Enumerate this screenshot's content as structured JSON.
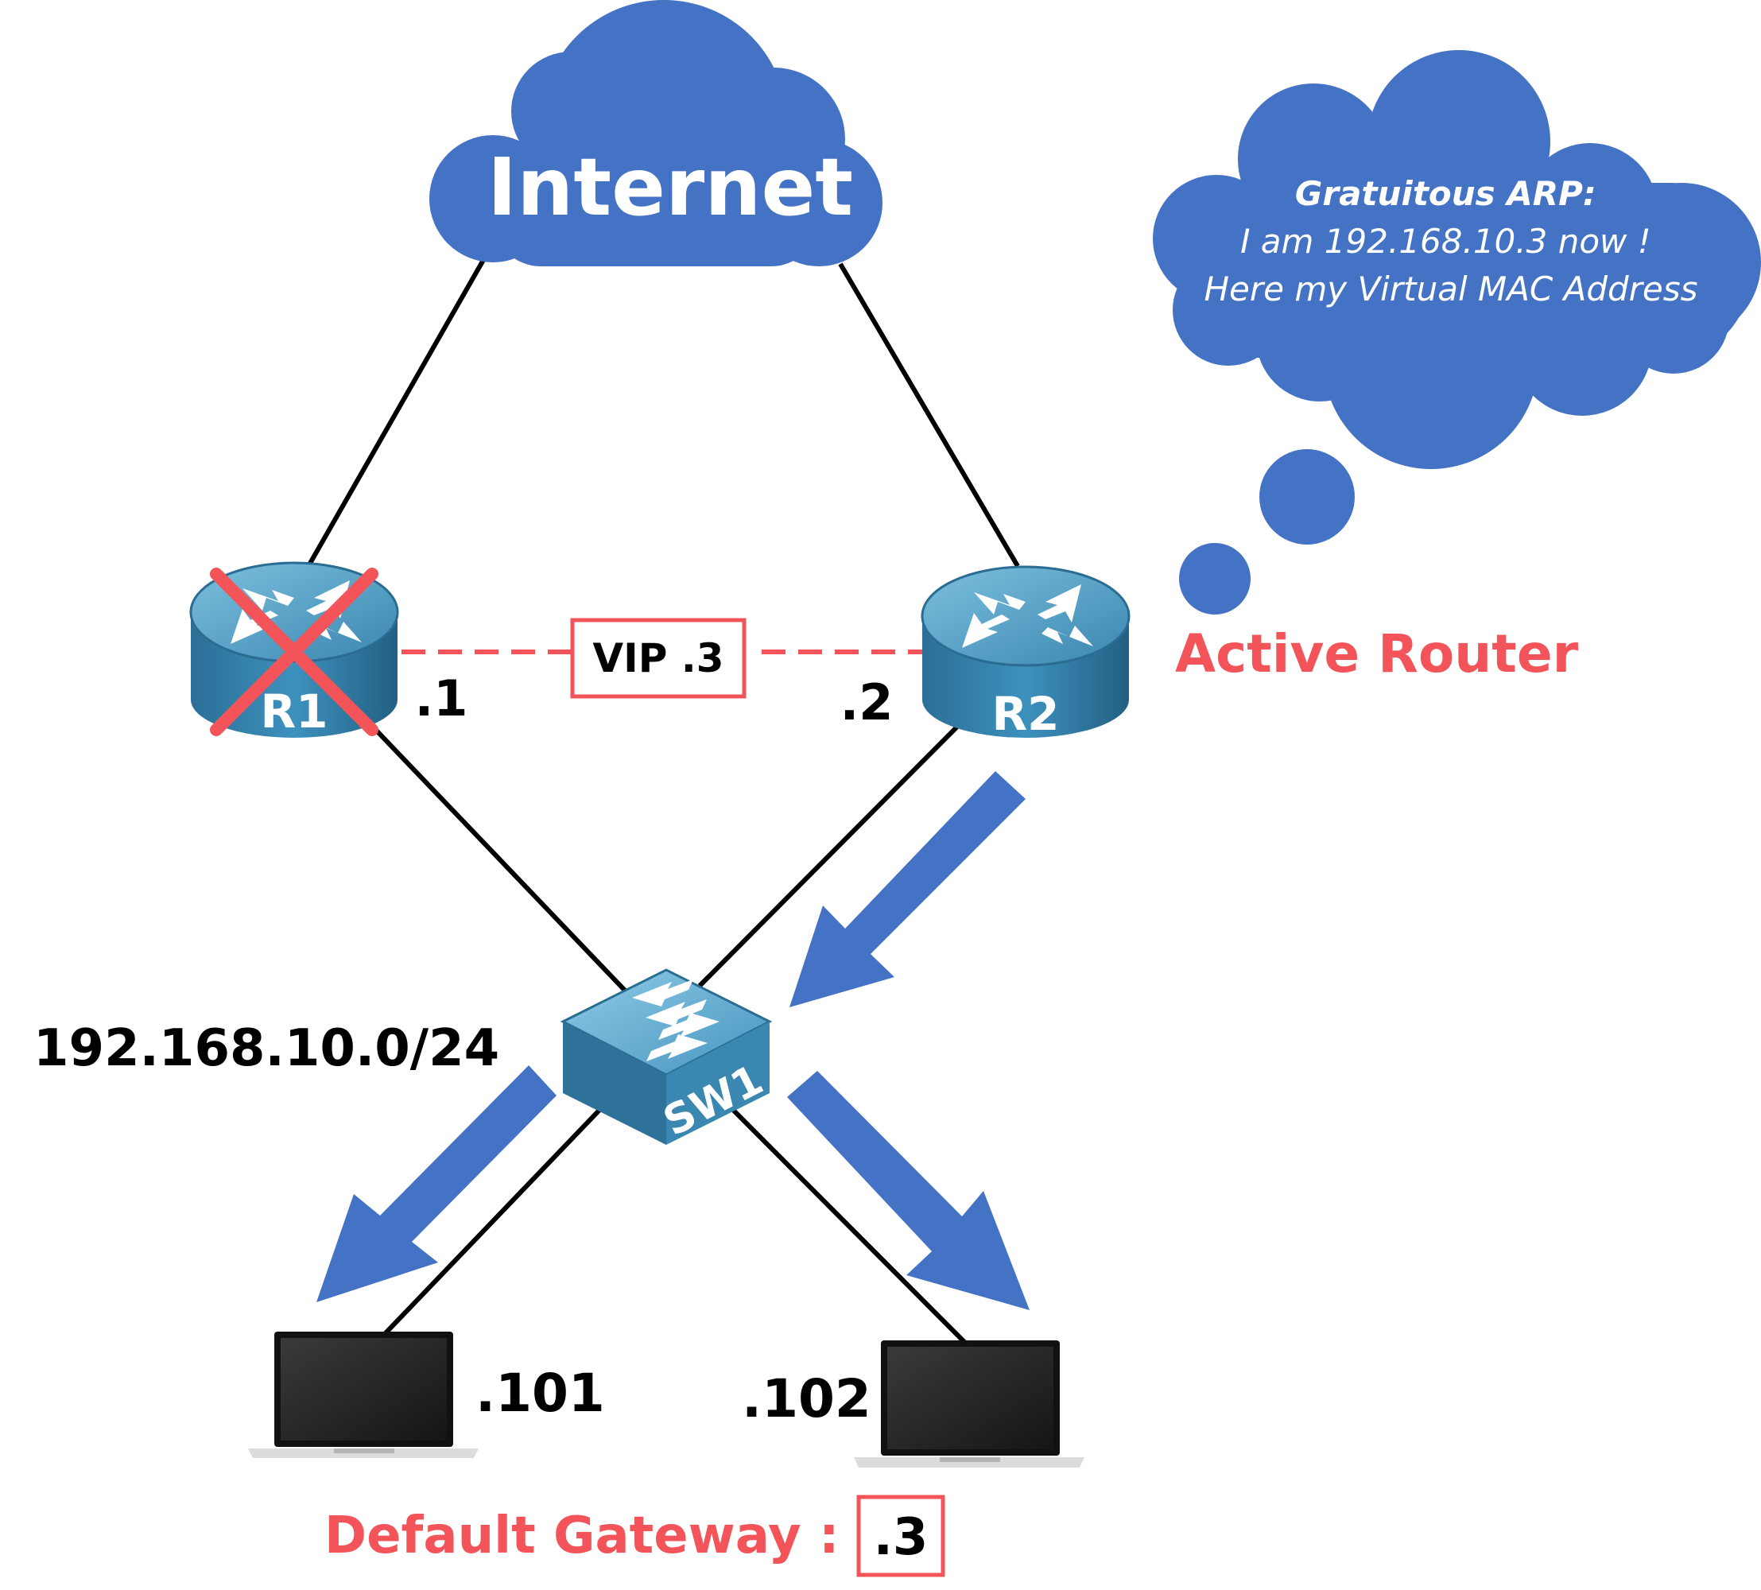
{
  "internet_label": "Internet",
  "thought": {
    "line1": "Gratuitous ARP:",
    "line2": "I am 192.168.10.3 now !",
    "line3": "Here my Virtual MAC Address"
  },
  "routers": {
    "r1": {
      "name": "R1",
      "ip": ".1",
      "failed": true
    },
    "r2": {
      "name": "R2",
      "ip": ".2"
    }
  },
  "vip_label": "VIP .3",
  "active_router_label": "Active Router",
  "switch_name": "SW1",
  "subnet_label": "192.168.10.0/24",
  "hosts": {
    "h1": ".101",
    "h2": ".102"
  },
  "gateway": {
    "label": "Default Gateway :",
    "value": ".3"
  },
  "colors": {
    "cloud": "#4472c4",
    "device": "#3b8ab5",
    "accent_red": "#f25459",
    "arrow": "#4472c4",
    "link": "#000000"
  }
}
